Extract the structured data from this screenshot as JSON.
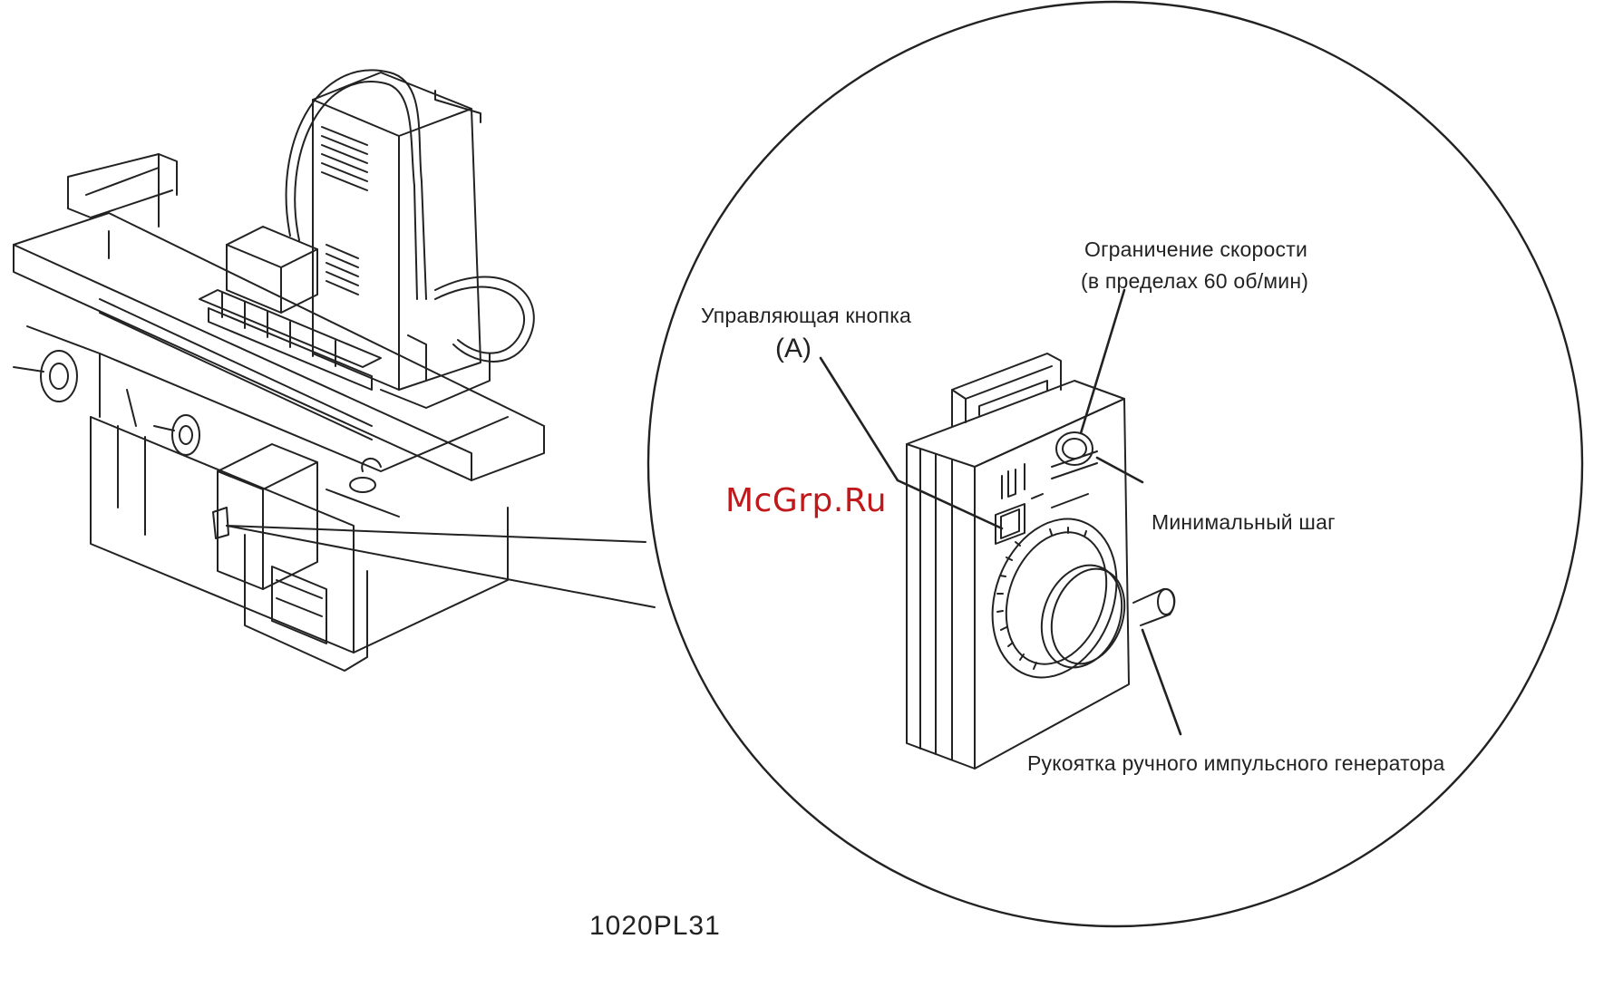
{
  "labels": {
    "speed_limit_line1": "Ограничение скорости",
    "speed_limit_line2": "(в пределах 60 об/мин)",
    "control_button": "Управляющая кнопка",
    "callout_a": "(A)",
    "min_step": "Минимальный шаг",
    "handle": "Рукоятка ручного импульсного генератора"
  },
  "figure_code": "1020PL31",
  "watermark": "McGrp.Ru",
  "colors": {
    "line": "#222222",
    "watermark": "#c0181b"
  }
}
